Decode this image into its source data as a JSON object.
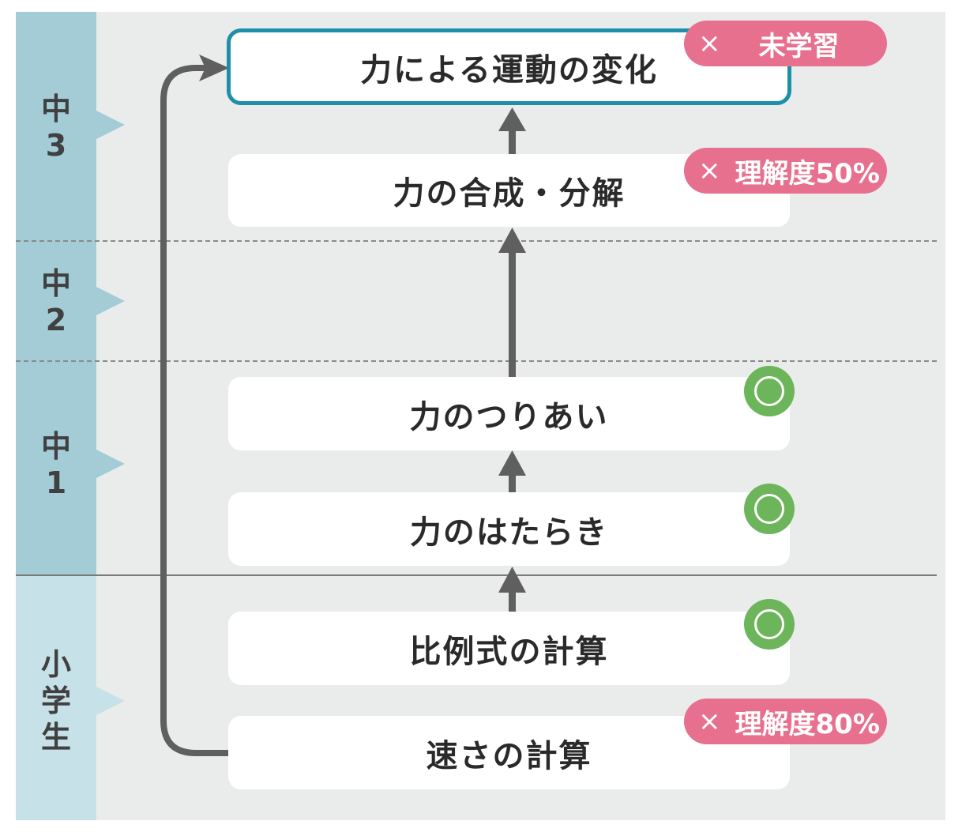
{
  "grades": [
    {
      "id": "junior3",
      "chars": [
        "中",
        "3"
      ]
    },
    {
      "id": "junior2",
      "chars": [
        "中",
        "2"
      ]
    },
    {
      "id": "junior1",
      "chars": [
        "中",
        "1"
      ]
    },
    {
      "id": "elementary",
      "chars": [
        "小",
        "学",
        "生"
      ]
    }
  ],
  "topics": [
    {
      "id": "force-motion",
      "label": "力による運動の変化",
      "badge": "未学習",
      "badge_mark": "×"
    },
    {
      "id": "force-composition",
      "label": "力の合成・分解",
      "badge": "理解度50%",
      "badge_mark": "×"
    },
    {
      "id": "force-balance",
      "label": "力のつりあい",
      "status": "completed",
      "status_icon": "circle-check-icon"
    },
    {
      "id": "force-work",
      "label": "力のはたらき",
      "status": "completed",
      "status_icon": "circle-check-icon"
    },
    {
      "id": "proportion",
      "label": "比例式の計算",
      "status": "completed",
      "status_icon": "circle-check-icon"
    },
    {
      "id": "speed",
      "label": "速さの計算",
      "badge": "理解度80%",
      "badge_mark": "×"
    }
  ],
  "colors": {
    "panel": "#eaeceb",
    "grade_dark": "#a3ccd7",
    "grade_light": "#c7e1e8",
    "highlight_border": "#1d8fa7",
    "badge": "#e8708f",
    "check": "#6cb55a",
    "arrow": "#5f5f5f"
  }
}
